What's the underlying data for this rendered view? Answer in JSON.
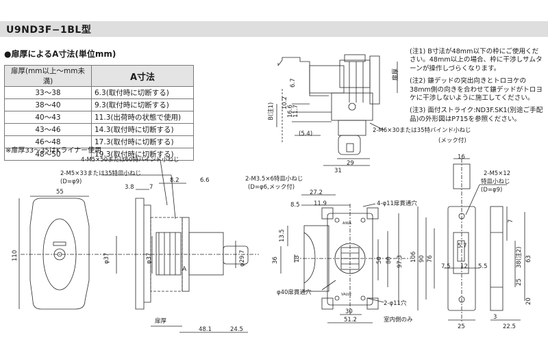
{
  "title": "U9ND3F−1BL型",
  "table": {
    "heading": "●扉厚によるA寸法(単位mm)",
    "header_thickness": "扉厚(mm以上〜mm未満)",
    "header_a": "A寸法",
    "rows": [
      {
        "range": "33〜38",
        "value": "6.3(取付時に切断する)"
      },
      {
        "range": "38〜40",
        "value": "9.3(取付時に切断する)"
      },
      {
        "range": "40〜43",
        "value": "11.3(出荷時の状態で使用)"
      },
      {
        "range": "43〜46",
        "value": "14.3(取付時に切断する)"
      },
      {
        "range": "46〜48",
        "value": "17.3(取付時に切断する)"
      },
      {
        "range": "48〜50",
        "value": "19.3(取付時に切断する)"
      }
    ],
    "footnote": "※扉厚33〜35はKライナー使用"
  },
  "notes": [
    {
      "text": "(注1) B寸法が48mm以下の枠にご使用ください。48mm以上の場合、枠に干渉しサムターンが操作しづらくなります。"
    },
    {
      "text": "(注2) 鎌デッドの突出向きとトロヨケの38mm側の向きを合わせて鎌デッドがトロヨケに干渉しないように施工してください。"
    },
    {
      "text": "(注3) 面付ストライク:ND3F.SK1(別途ご手配品)の外形図はP715を参照ください。"
    }
  ],
  "labels": {
    "top_door": "扉厚",
    "top_b": "B(注1)",
    "top_67": "6.7",
    "top_102": "10.2",
    "top_166": "16.6",
    "top_117": "11.7",
    "top_54": "(5.4)",
    "top_31": "31",
    "top_29": "29",
    "top_screw": "2-M6×30または35特バインド小ねじ",
    "top_screw_sub": "(メック付)",
    "left_screw1": "4-M5×50または60特バインド小ねじ",
    "left_screw2": "2-M5×33または35特皿小ねじ",
    "left_screw2_sub": "(D=φ9)",
    "left_55": "55",
    "left_110": "110",
    "side_38": "3.8",
    "side_7": "7",
    "side_82": "8.2",
    "side_66": "6.6",
    "side_37a": "φ37",
    "side_37b": "φ37",
    "side_297": "φ29.7",
    "side_a": "A",
    "side_door": "扉厚",
    "side_481": "48.1",
    "side_245": "24.5",
    "case_screw": "2-M3.5×6特皿小ねじ",
    "case_screw_sub": "(D=φ6,メック付)",
    "case_272": "27.2",
    "case_85": "8.5",
    "case_119": "11.9",
    "case_hole4": "4-φ11扉貫通穴",
    "case_135": "13.5",
    "case_36": "36",
    "case_13": "13",
    "case_50": "50",
    "case_80": "80",
    "case_973": "97.3",
    "case_hole40": "φ40扉貫通穴",
    "case_hole2": "2-φ11穴",
    "case_hole2_sub": "室内側のみ",
    "case_30": "30",
    "case_512": "51.2",
    "case_brand1": "AIWA",
    "case_brand2": "VALVE",
    "strike_16": "16",
    "strike_screw": "2-M5×12",
    "strike_screw2": "特皿小ねじ",
    "strike_screw_sub": "(D=φ9)",
    "strike_106": "106",
    "strike_90": "90",
    "strike_76": "76",
    "strike_57": "5.7",
    "strike_75": "7.5",
    "strike_12": "12",
    "strike_55": "5.5",
    "strike_7": "7",
    "strike_38": "38(注2)",
    "strike_63": "63",
    "strike_25a": "25",
    "strike_20": "20",
    "strike_25b": "25",
    "strike_3": "3",
    "strike_225": "22.5"
  },
  "colors": {
    "line": "#222222",
    "header_bg": "#e4e4e4",
    "title_bg": "#dedede"
  }
}
